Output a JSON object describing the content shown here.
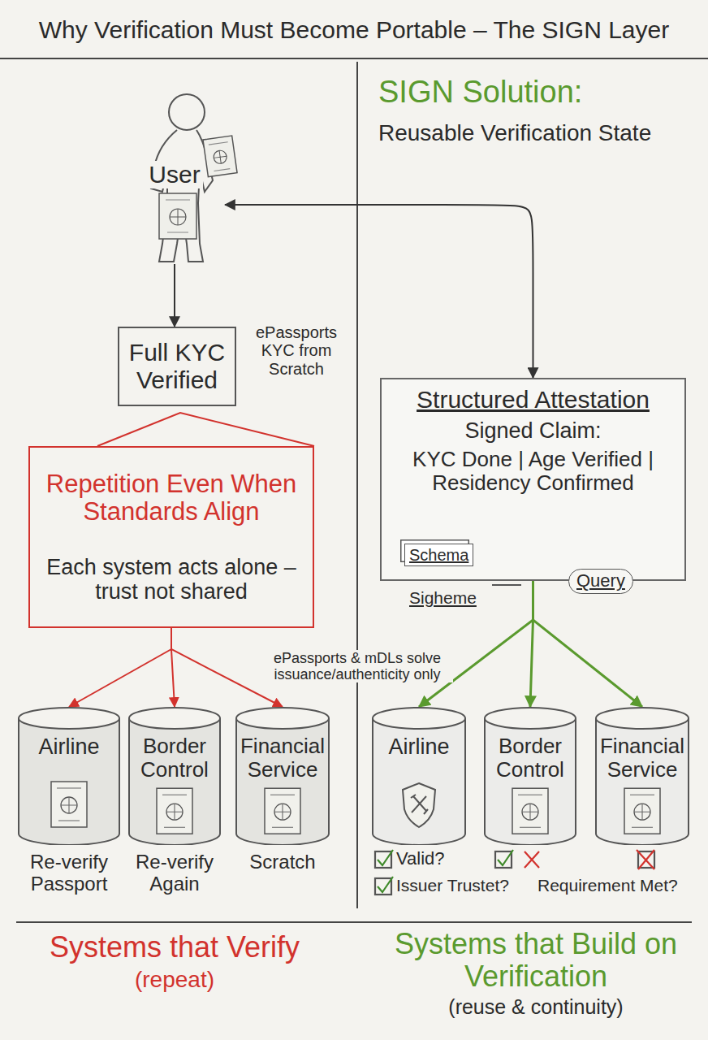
{
  "diagram": {
    "title": "Why Verification Must Become Portable – The SIGN Layer",
    "nodes": [
      {
        "text": [
          "User"
        ]
      },
      {
        "text": [
          "Full KYC Verified"
        ]
      },
      {
        "text": [
          "Repetition Even When Standards Align",
          "Each system acts alone – trust not shared"
        ]
      },
      {
        "text": [
          "Airline",
          "Re-verify Passport"
        ]
      },
      {
        "text": [
          "Border Control",
          "Re-verify Again"
        ]
      },
      {
        "text": [
          "Financial Service",
          "Scratch"
        ]
      },
      {
        "text": [
          "Structured Attestation",
          "Signed Claim:",
          "KYC Done | Age Verified | Residency Confirmed"
        ]
      },
      {
        "text": [
          "Schema"
        ],
        "in": 6
      },
      {
        "text": [
          "Query"
        ],
        "in": 6
      },
      {
        "text": [
          "Airline"
        ]
      },
      {
        "text": [
          "Border Control"
        ]
      },
      {
        "text": [
          "Financial Service"
        ]
      }
    ],
    "edges": [
      {
        "from": 0,
        "to": 1,
        "arrow": "to"
      },
      {
        "from": 2,
        "to": 3,
        "arrow": "to"
      },
      {
        "from": 2,
        "to": 4,
        "arrow": "to"
      },
      {
        "from": 2,
        "to": 5,
        "arrow": "to"
      },
      {
        "from": 6,
        "to": 0,
        "arrow": "both"
      },
      {
        "from": 6,
        "to": 9,
        "arrow": "to"
      },
      {
        "from": 6,
        "to": 10,
        "arrow": "to"
      },
      {
        "from": 6,
        "to": 11,
        "arrow": "to"
      }
    ],
    "labels": [
      "ePassports KYC from Scratch",
      "ePassports & mDLs solve issuance/authenticity only",
      "SIGN Solution:",
      "Reusable Verification State",
      "Sigheme",
      "Valid?",
      "Issuer Trustet?",
      "Requirement Met?",
      "Systems that Verify",
      "(repeat)",
      "Systems that Build on Verification",
      "(reuse & continuity)"
    ]
  }
}
